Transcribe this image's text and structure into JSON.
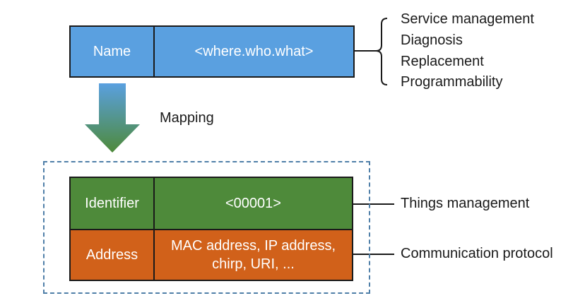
{
  "name_row": {
    "label": "Name",
    "value": "<where.who.what>"
  },
  "name_purposes": [
    "Service management",
    "Diagnosis",
    "Replacement",
    "Programmability"
  ],
  "mapping_label": "Mapping",
  "identifier_row": {
    "label": "Identifier",
    "value": "<00001>",
    "purpose": "Things management"
  },
  "address_row": {
    "label": "Address",
    "value_line1": "MAC address, IP address,",
    "value_line2": "chirp, URI, ...",
    "purpose": "Communication protocol"
  },
  "colors": {
    "name_fill": "#5aa0e0",
    "identifier_fill": "#4e8a3a",
    "address_fill": "#d1611a",
    "dashed_border": "#4f7fa8"
  }
}
